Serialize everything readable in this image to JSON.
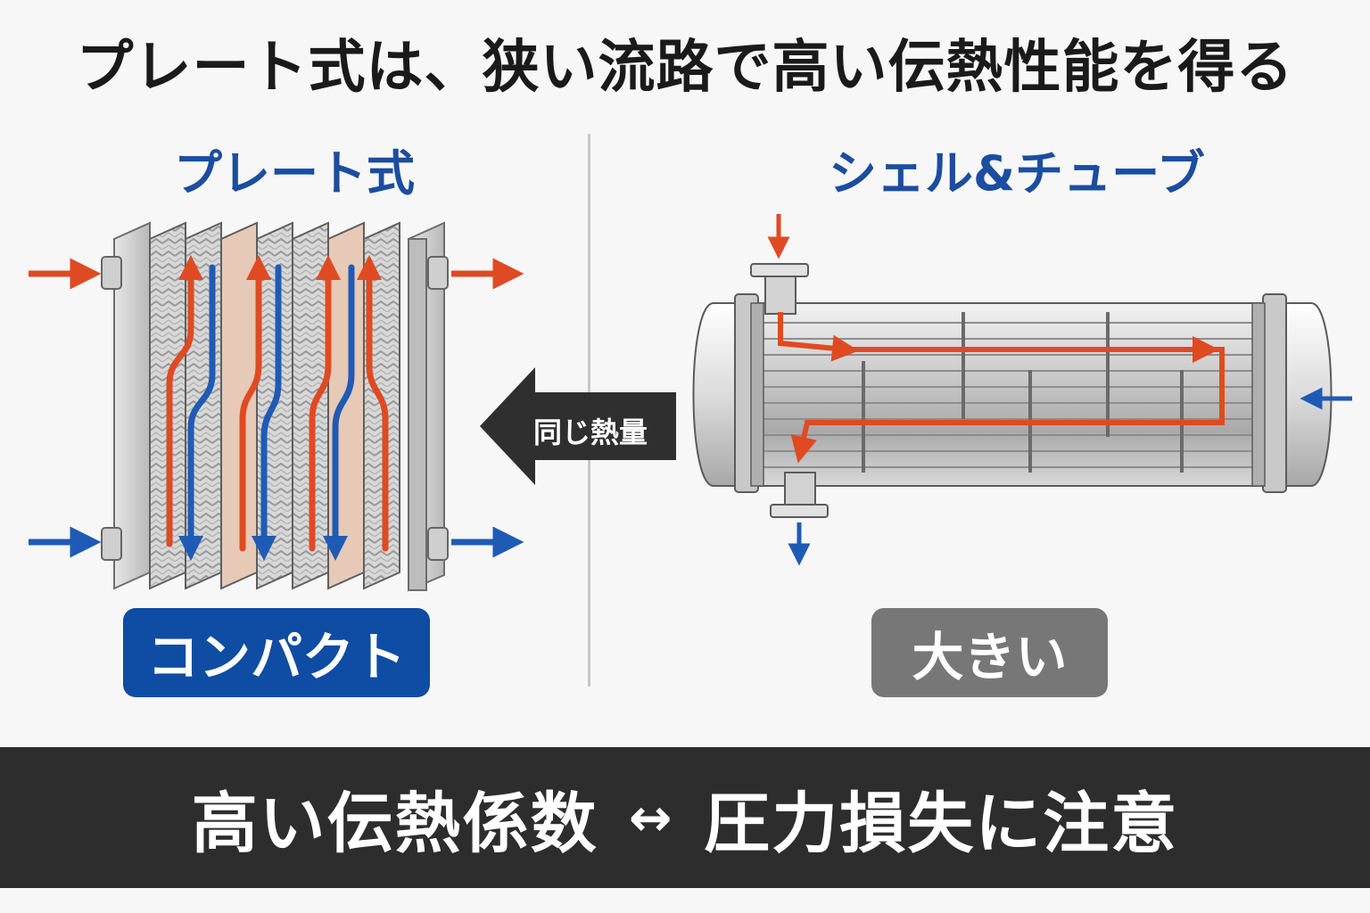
{
  "header": {
    "title": "プレート式は、狭い流路で高い伝熱性能を得る"
  },
  "left": {
    "title": "プレート式",
    "badge": "コンパクト"
  },
  "right": {
    "title": "シェル&チューブ",
    "badge": "大きい"
  },
  "comparison": {
    "label": "同じ熱量"
  },
  "footer": {
    "left_text": "高い伝熱係数",
    "arrow": "↔",
    "right_text": "圧力損失に注意"
  },
  "colors": {
    "hot": "#e04a22",
    "cold": "#1f5bb5",
    "accent_blue": "#0f4ca3",
    "gray_badge": "#777777",
    "dark_bar": "#2d2d2d"
  },
  "icons": {
    "plate_exchanger": "plate-heat-exchanger-icon",
    "shell_tube_exchanger": "shell-and-tube-heat-exchanger-icon",
    "compare_arrow": "left-arrow-icon"
  }
}
